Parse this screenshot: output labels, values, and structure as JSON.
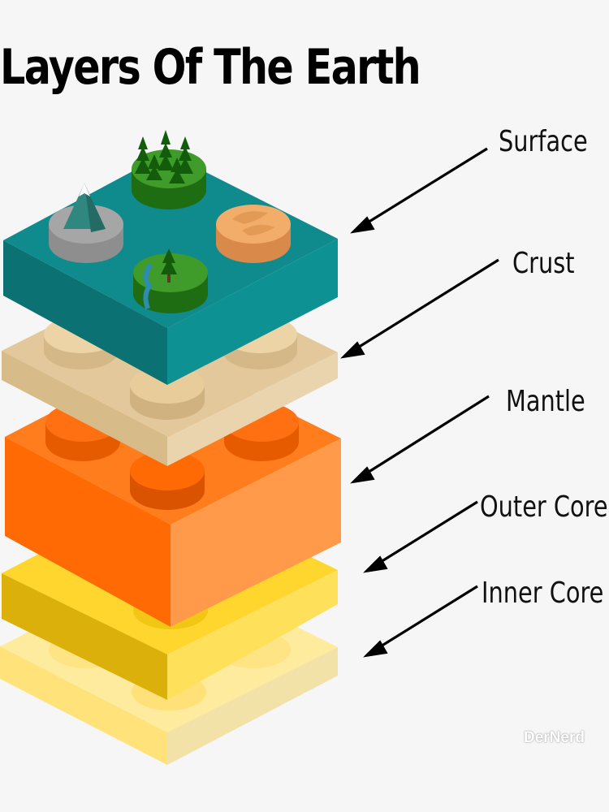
{
  "title": "Layers Of The Earth",
  "layers": [
    {
      "label": "Surface",
      "color": "#0f8b8d"
    },
    {
      "label": "Crust",
      "color": "#dcc397"
    },
    {
      "label": "Mantle",
      "color": "#ff7a1a"
    },
    {
      "label": "Outer Core",
      "color": "#ffd21f"
    },
    {
      "label": "Inner Core",
      "color": "#ffe37a"
    }
  ],
  "watermark": "DerNerd",
  "surface_features": [
    "mountain-icon",
    "forest-icon",
    "desert-icon",
    "river-icon"
  ]
}
